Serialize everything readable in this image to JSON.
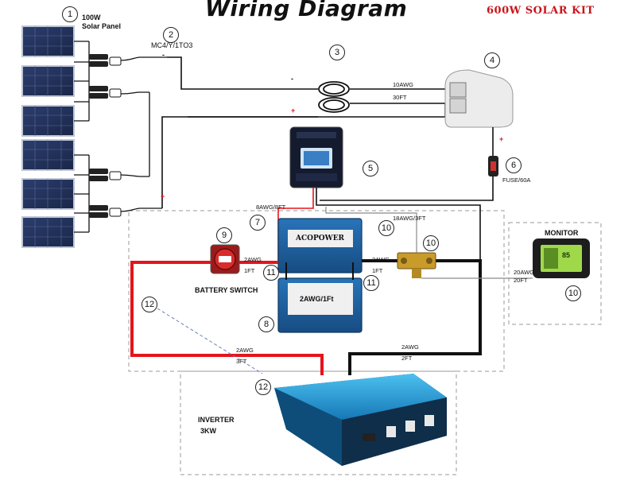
{
  "title": "Wiring Diagram",
  "kit_label": "600W SOLAR KIT",
  "callouts": {
    "n1": "1",
    "n2": "2",
    "n3": "3",
    "n4": "4",
    "n5": "5",
    "n6": "6",
    "n7": "7",
    "n8": "8",
    "n9": "9",
    "n10": "10",
    "n11": "11",
    "n12": "12"
  },
  "solar_panel": {
    "wattage": "100W",
    "name": "Solar Panel",
    "count": 6
  },
  "connector": {
    "label": "MC4/Y/1TO3"
  },
  "polarity": {
    "minus": "-",
    "plus": "+"
  },
  "pv_cable": {
    "gauge": "10AWG",
    "length": "30FT"
  },
  "fuse": {
    "label": "FUSE/60A"
  },
  "controller_cable": {
    "label": "8AWG/8FT"
  },
  "shunt_cable": {
    "label": "18AWG/3FT"
  },
  "battery": {
    "brand": "ACOPOWER",
    "bridge": "2AWG/1Ft"
  },
  "battery_switch": {
    "name": "BATTERY SWITCH"
  },
  "switch_cable": {
    "gauge": "2AWG",
    "length": "1FT"
  },
  "shunt_link": {
    "gauge": "2AWG",
    "length": "1FT"
  },
  "monitor": {
    "name": "MONITOR",
    "display_value": "85",
    "cable_gauge": "20AWG",
    "cable_length": "20FT"
  },
  "inverter_pos": {
    "gauge": "2AWG",
    "length": "3FT"
  },
  "inverter_neg": {
    "gauge": "2AWG",
    "length": "2FT"
  },
  "inverter": {
    "name": "INVERTER",
    "rating": "3KW"
  },
  "colors": {
    "positive": "#e3151c",
    "negative": "#111111",
    "inverter_blue": "#1d9ad6",
    "battery_blue": "#1c5c9c",
    "title_red": "#c8151b"
  }
}
